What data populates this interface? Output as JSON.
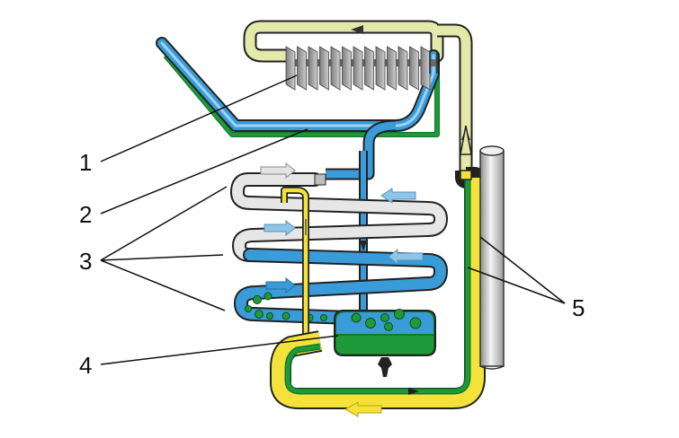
{
  "labels": {
    "l1": "1",
    "l2": "2",
    "l3": "3",
    "l4": "4",
    "l5": "5"
  },
  "colors": {
    "blue": "#3a9bd9",
    "light_blue": "#8ec6ea",
    "green": "#1f9a3a",
    "dark_green": "#137a2a",
    "yellow": "#f4e23a",
    "pale_yellow": "#e3e9a8",
    "light_gray": "#e6e6e6",
    "fin_gray": "#a9a9a9",
    "outline": "#222222"
  }
}
